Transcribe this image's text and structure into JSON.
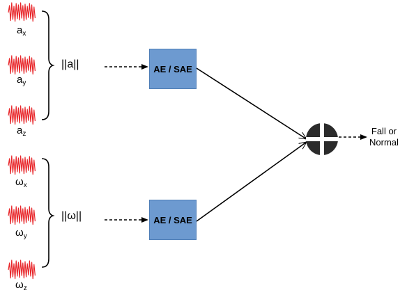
{
  "signals_acc": [
    {
      "base": "a",
      "sub": "x"
    },
    {
      "base": "a",
      "sub": "y"
    },
    {
      "base": "a",
      "sub": "z"
    }
  ],
  "signals_gyro": [
    {
      "base": "ω",
      "sub": "x"
    },
    {
      "base": "ω",
      "sub": "y"
    },
    {
      "base": "ω",
      "sub": "z"
    }
  ],
  "norm_acc": "||a||",
  "norm_gyro": "||ω||",
  "ae_top": "AE / SAE",
  "ae_bottom": "AE / SAE",
  "output": {
    "line1": "Fall or",
    "line2": "Normal"
  },
  "colors": {
    "wave": "#e8262a",
    "box": "#6d9ad0",
    "fusion": "#2b2b2b"
  }
}
